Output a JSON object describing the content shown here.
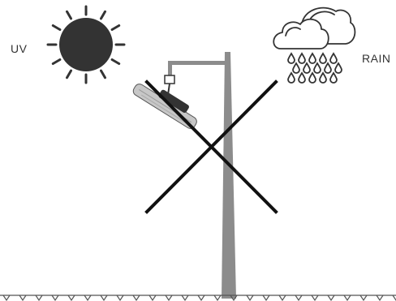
{
  "labels": {
    "uv": "UV",
    "rain": "RAIN"
  },
  "colors": {
    "sun": "#333333",
    "outline": "#333333",
    "pole": "#8c8c8c",
    "lamp": "#c7c7c7",
    "cross": "#111111",
    "ground": "#555555"
  },
  "icons": [
    "sun-icon",
    "rain-cloud-icon",
    "street-lamp",
    "prohibition-cross",
    "grass-ground"
  ]
}
